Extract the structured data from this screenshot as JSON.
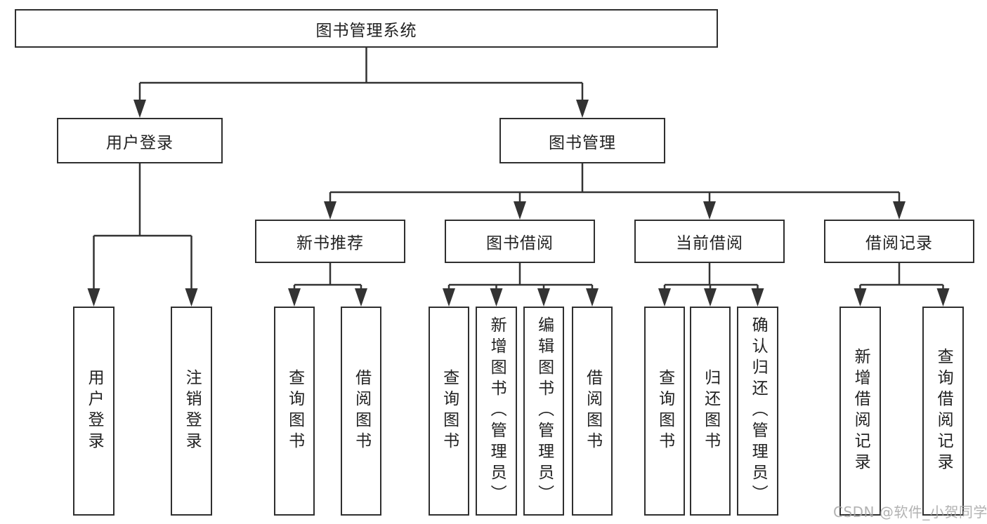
{
  "tree": {
    "root": {
      "label": "图书管理系统"
    },
    "branches": [
      {
        "label": "用户登录",
        "children": [
          {
            "label": "用户登录"
          },
          {
            "label": "注销登录"
          }
        ]
      },
      {
        "label": "图书管理",
        "children": [
          {
            "label": "新书推荐",
            "children": [
              {
                "label": "查询图书"
              },
              {
                "label": "借阅图书"
              }
            ]
          },
          {
            "label": "图书借阅",
            "children": [
              {
                "label": "查询图书"
              },
              {
                "label": "新增图书（管理员）"
              },
              {
                "label": "编辑图书（管理员）"
              },
              {
                "label": "借阅图书"
              }
            ]
          },
          {
            "label": "当前借阅",
            "children": [
              {
                "label": "查询图书"
              },
              {
                "label": "归还图书"
              },
              {
                "label": "确认归还（管理员）"
              }
            ]
          },
          {
            "label": "借阅记录",
            "children": [
              {
                "label": "新增借阅记录"
              },
              {
                "label": "查询借阅记录"
              }
            ]
          }
        ]
      }
    ]
  },
  "watermark": {
    "text": "CSDN @软件_小贺同学"
  },
  "colors": {
    "line": "#333333",
    "box_border": "#2f2f2f",
    "text": "#222222",
    "watermark": "#a5a5a5",
    "background": "#ffffff"
  }
}
